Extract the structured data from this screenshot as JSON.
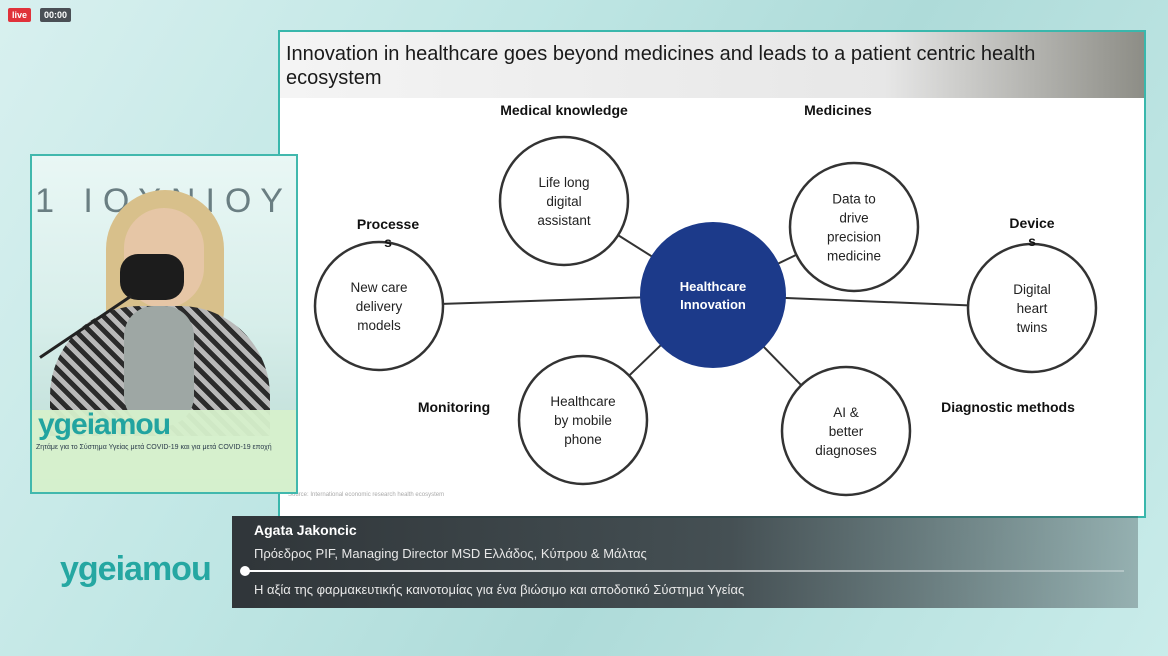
{
  "overlay": {
    "live_badge": "live",
    "clock": "00:00"
  },
  "slide": {
    "title": "Innovation in healthcare goes beyond medicines and leads to a patient centric health ecosystem",
    "source_note": "Source: International economic research\nhealth ecosystem"
  },
  "diagram": {
    "center": "Healthcare Innovation",
    "nodes": [
      {
        "category": "Medical knowledge",
        "text": "Life long digital assistant"
      },
      {
        "category": "Medicines",
        "text": "Data to drive precision medicine"
      },
      {
        "category": "Processe s",
        "text": "New care delivery models"
      },
      {
        "category": "Device s",
        "text": "Digital heart twins"
      },
      {
        "category": "Monitoring",
        "text": "Healthcare by mobile phone"
      },
      {
        "category": "Diagnostic methods",
        "text": "AI & better diagnoses"
      }
    ],
    "colors": {
      "center_fill": "#1c3a8a",
      "center_text": "#ffffff",
      "stroke": "#333333"
    }
  },
  "speaker_panel": {
    "wall_text": "1 ΙΟΥΝΙΟΥ",
    "podium_brand": "ygeiamou",
    "podium_subtitle": "Ζητάμε για το Σύστημα Υγείας μετά COVID-19 και για μετά COVID-19 εποχή"
  },
  "brand": {
    "logo": "ygeiamou",
    "accent": "#25a7a2"
  },
  "lower_third": {
    "name": "Agata Jakoncic",
    "role": "Πρόεδρος PIF, Managing Director MSD Ελλάδος, Κύπρου & Μάλτας",
    "topic": "Η αξία της φαρμακευτικής καινοτομίας για ένα βιώσιμο και αποδοτικό Σύστημα Υγείας"
  }
}
